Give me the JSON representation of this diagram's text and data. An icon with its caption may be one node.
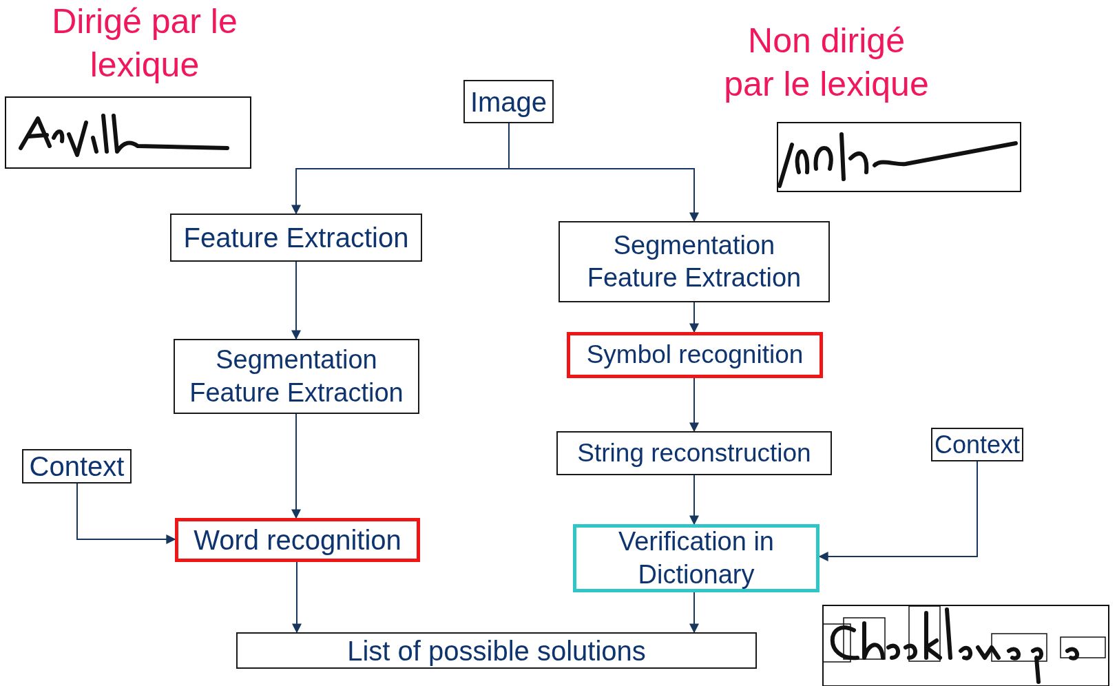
{
  "diagram": {
    "nodes": [
      {
        "text": [
          "Image"
        ]
      },
      {
        "text": [
          "Feature Extraction"
        ]
      },
      {
        "text": [
          "Segmentation Feature Extraction"
        ]
      },
      {
        "text": [
          "Segmentation Feature Extraction"
        ]
      },
      {
        "text": [
          "Symbol recognition"
        ]
      },
      {
        "text": [
          "String reconstruction"
        ]
      },
      {
        "text": [
          "Context"
        ]
      },
      {
        "text": [
          "Context"
        ]
      },
      {
        "text": [
          "Word recognition"
        ]
      },
      {
        "text": [
          "Verification in Dictionary"
        ]
      },
      {
        "text": [
          "List of possible solutions"
        ]
      }
    ],
    "edges": [
      {
        "from": 0,
        "to": 1,
        "arrow": "to"
      },
      {
        "from": 0,
        "to": 2,
        "arrow": "to"
      },
      {
        "from": 1,
        "to": 3,
        "arrow": "to"
      },
      {
        "from": 3,
        "to": 8,
        "arrow": "to"
      },
      {
        "from": 7,
        "to": 8,
        "arrow": "to"
      },
      {
        "from": 8,
        "to": 10,
        "arrow": "to"
      },
      {
        "from": 2,
        "to": 4,
        "arrow": "to"
      },
      {
        "from": 4,
        "to": 5,
        "arrow": "to"
      },
      {
        "from": 5,
        "to": 9,
        "arrow": "to"
      },
      {
        "from": 6,
        "to": 9,
        "arrow": "to"
      },
      {
        "from": 9,
        "to": 10,
        "arrow": "to"
      }
    ],
    "labels": [
      "Dirigé par le lexique",
      "Non dirigé par le lexique"
    ]
  }
}
